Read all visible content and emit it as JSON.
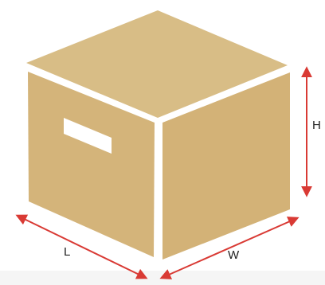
{
  "colors": {
    "background": "#ffffff",
    "floor_band": "#f5f5f5",
    "box_top": "#d8bd86",
    "box_left": "#d4b47a",
    "box_right": "#d3b277",
    "handle": "#ffffff",
    "edge_gap": "#ffffff",
    "dimension_arrow": "#d93a34",
    "label_text": "#222222"
  },
  "icons": {
    "box": "cardboard-box-icon",
    "arrow": "double-headed-arrow-icon"
  },
  "labels": {
    "length": "L",
    "width": "W",
    "height": "H"
  }
}
